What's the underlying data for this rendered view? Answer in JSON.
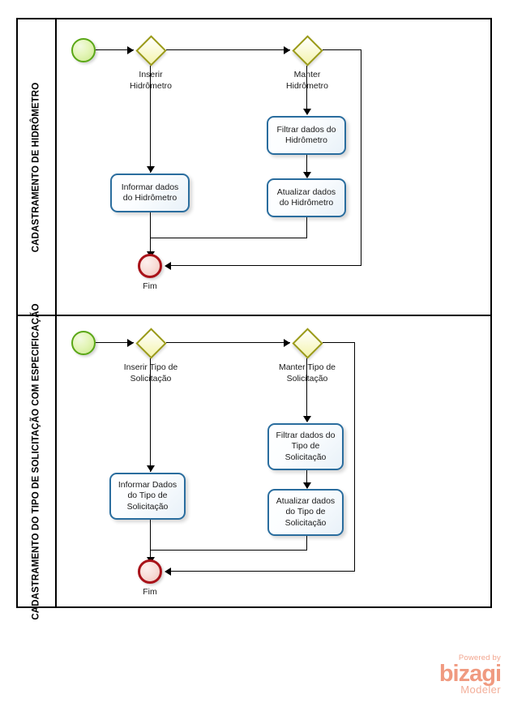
{
  "diagram": {
    "type": "bpmn-process-diagram",
    "notation": "BPMN",
    "tool": "Bizagi Modeler"
  },
  "lanes": [
    {
      "id": "lane-hidrometro",
      "title": "CADASTRAMENTO DE HIDRÔMETRO",
      "nodes": {
        "start": {
          "name": "start-event",
          "label": ""
        },
        "gateway_insert": {
          "label": "Inserir\nHidrômetro"
        },
        "gateway_maintain": {
          "label": "Manter\nHidrômetro"
        },
        "task_inform": {
          "label": "Informar dados\ndo Hidrômetro"
        },
        "task_filter": {
          "label": "Filtrar dados do\nHidrômetro"
        },
        "task_update": {
          "label": "Atualizar dados\ndo Hidrômetro"
        },
        "end": {
          "label": "Fim"
        }
      }
    },
    {
      "id": "lane-tipo-solicitacao",
      "title": "CADASTRAMENTO DO TIPO DE SOLICITAÇÃO COM\nESPECIFICAÇÃO",
      "nodes": {
        "start": {
          "name": "start-event",
          "label": ""
        },
        "gateway_insert": {
          "label": "Inserir Tipo de\nSolicitação"
        },
        "gateway_maintain": {
          "label": "Manter Tipo de\nSolicitação"
        },
        "task_inform": {
          "label": "Informar Dados\ndo Tipo de\nSolicitação"
        },
        "task_filter": {
          "label": "Filtrar dados do\nTipo de\nSolicitação"
        },
        "task_update": {
          "label": "Atualizar dados\ndo Tipo de\nSolicitação"
        },
        "end": {
          "label": "Fim"
        }
      }
    }
  ],
  "logo": {
    "powered_by": "Powered by",
    "name": "bizagi",
    "product": "Modeler"
  },
  "colors": {
    "start_event_border": "#5aa716",
    "start_event_fill": "#e4f5b9",
    "end_event_border": "#a81219",
    "end_event_fill": "#f8ddd8",
    "gateway_border": "#9a9a18",
    "gateway_fill": "#f4f4ae",
    "task_border": "#2a6d9e",
    "task_fill": "#e8f1f8",
    "connector": "#000000",
    "frame": "#000000",
    "logo_accent": "#f09a80"
  }
}
